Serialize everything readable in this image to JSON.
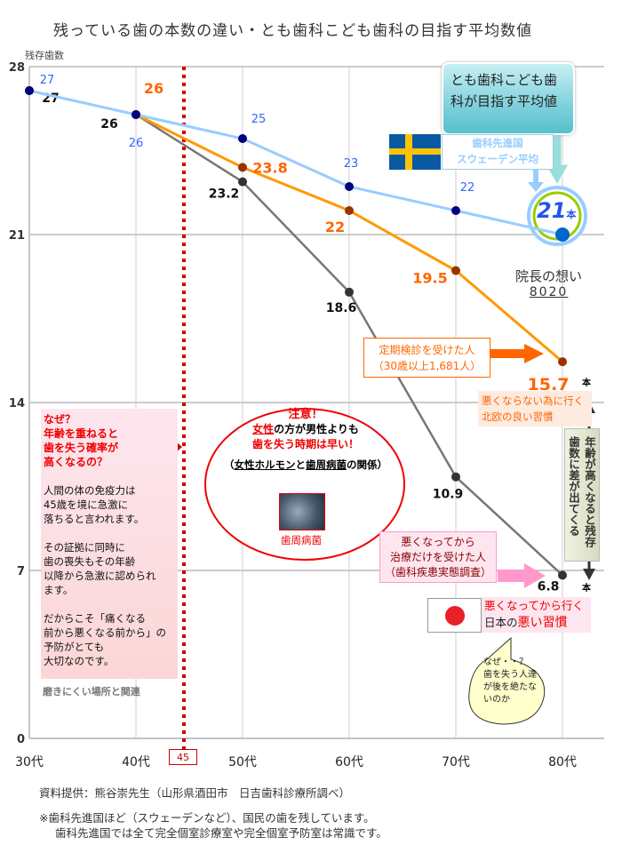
{
  "title": "残っている歯の本数の違い・とも歯科こども歯科の目指す平均数値",
  "chart_data": {
    "type": "line",
    "title": "残っている歯の本数の違い・とも歯科こども歯科の目指す平均数値",
    "ylabel": "残存歯数",
    "xlabel": "",
    "categories": [
      "30代",
      "40代",
      "50代",
      "60代",
      "70代",
      "80代"
    ],
    "yticks": [
      "0",
      "7",
      "14",
      "21",
      "28"
    ],
    "ylim": [
      0,
      28
    ],
    "grid": true,
    "unit": "本",
    "series": [
      {
        "name": "歯科先進国スウェーデン平均",
        "values": [
          27,
          26,
          25,
          23,
          22,
          21
        ],
        "labels": [
          "27",
          "26",
          "25",
          "23",
          "22",
          "21"
        ],
        "color": "#99ccff",
        "dot": "#000080",
        "label_color": "#3366ff"
      },
      {
        "name": "定期検診を受けた人(30歳以上1,681人)",
        "values": [
          null,
          26,
          23.8,
          22,
          19.5,
          15.7
        ],
        "labels": [
          "",
          "26",
          "23.8",
          "22",
          "19.5",
          "15.7"
        ],
        "color": "#ff9900",
        "dot": "#993300",
        "label_color": "#ff6600"
      },
      {
        "name": "悪くなってから治療だけを受けた人(歯科疾患実態調査)",
        "values": [
          27,
          26,
          23.2,
          18.6,
          10.9,
          6.8
        ],
        "labels": [
          "27",
          "26",
          "23.2",
          "18.6",
          "10.9",
          "6.8"
        ],
        "color": "#777777",
        "dot": "#333333",
        "label_color": "#111111"
      }
    ],
    "annotations": {
      "age_marker": "45"
    }
  },
  "notes": {
    "why_title": [
      "なぜ？",
      "年齢を重ねると",
      "歯を失う確率が",
      "高くなるの？"
    ],
    "why_body": [
      "人間の体の免疫力は",
      "45歳を境に急激に",
      "落ちると言われます。",
      "",
      "その証拠に同時に",
      "歯の喪失もその年齢",
      "以降から急激に認められ",
      "ます。",
      "",
      "だからこそ「痛くなる",
      "前から悪くなる前から」の",
      "予防がとても",
      "大切なのです。"
    ],
    "hard_to_brush": "磨きにくい場所と関連",
    "caution": "注意！",
    "women": "女性",
    "women_rest": "の方が男性よりも",
    "lose_early": "歯を失う時期は早い！",
    "hormone_open": "（",
    "hormone": "女性ホルモン",
    "to": "と",
    "bacteria_u": "歯周病菌",
    "hormone_close": "の関係）",
    "bacteria_caption": "歯周病菌",
    "tomo_target": "とも歯科こども歯科が目指す平均値",
    "sweden_label_1": "歯科先進国",
    "sweden_label_2": "スウェーデン平均",
    "target_value": "21",
    "target_unit": "本",
    "director_wish": "院長の想い",
    "wish_8020": "8020",
    "regular_1": "定期検診を受けた人",
    "regular_2": "（30歳以上1,681人）",
    "unit_15": "本",
    "unit_6": "本",
    "nordic_1": "悪くならない為に行く",
    "nordic_2": "北欧の良い習慣",
    "difference": "年齢が高くなると残存歯数に差が出てくる",
    "treat_1": "悪くなってから",
    "treat_2": "治療だけを受けた人",
    "treat_3": "（歯科疾患実態調査）",
    "japan_1": "悪くなってから行く",
    "japan_2a": "日本の",
    "japan_2b": "悪い習慣",
    "bubble_1": "なぜ・・？",
    "bubble_2": "歯を失う人達",
    "bubble_3": "が後を絶たな",
    "bubble_4": "いのか"
  },
  "source": "資料提供：熊谷崇先生（山形県酒田市　日吉歯科診療所調べ）",
  "footnote_1": "※歯科先進国ほど（スウェーデンなど）、国民の歯を残しています。",
  "footnote_2": "歯科先進国では全て完全個室診療室や完全個室予防室は常識です。"
}
